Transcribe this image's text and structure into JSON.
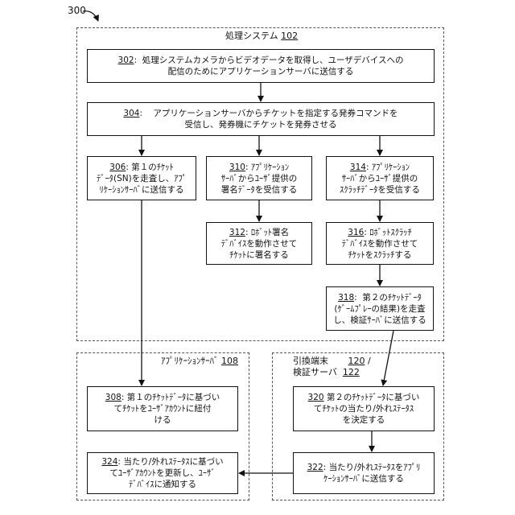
{
  "figure": {
    "number": "300"
  },
  "regions": {
    "processing": {
      "label": "処理システム",
      "ref": "102"
    },
    "appserver": {
      "label": "ｱﾌﾟﾘｹｰｼｮﾝｻｰﾊﾞ",
      "ref": "108"
    },
    "redemption": {
      "label_line1": "引換端末",
      "ref1": "120",
      "ref1_suffix": "/",
      "label_line2": "検証サーバ",
      "ref2": "122"
    }
  },
  "steps": {
    "s302": {
      "num": "302",
      "sep": ":",
      "line1": "処理システムカメラからビデオデータを取得し、ユーザデバイスへの",
      "line2": "配信のためにアプリケーションサーバに送信する"
    },
    "s304": {
      "num": "304",
      "sep": ":",
      "line1": "アプリケーションサーバからチケットを指定する発券コマンドを",
      "line2": "受信し、発券機にチケットを発券させる"
    },
    "s306": {
      "num": "306",
      "sep": ":",
      "line1": "第１のﾁｹｯﾄ",
      "line2": "ﾃﾞｰﾀ(SN)を走査し、ｱﾌﾟ",
      "line3": "ﾘｹｰｼｮﾝｻｰﾊﾞに送信する"
    },
    "s310": {
      "num": "310",
      "sep": ":",
      "line1": "ｱﾌﾟﾘｹｰｼｮﾝ",
      "line2": "ｻｰﾊﾞからﾕｰｻﾞ提供の",
      "line3": "署名ﾃﾞｰﾀを受信する"
    },
    "s314": {
      "num": "314",
      "sep": ":",
      "line1": "ｱﾌﾟﾘｹｰｼｮﾝ",
      "line2": "ｻｰﾊﾞからﾕｰｻﾞ提供の",
      "line3": "ｽｸﾗｯﾁﾃﾞｰﾀを受信する"
    },
    "s312": {
      "num": "312",
      "sep": ":",
      "line1": "ﾛﾎﾞｯﾄ署名",
      "line2": "ﾃﾞﾊﾞｲｽを動作させて",
      "line3": "ﾁｹｯﾄに署名する"
    },
    "s316": {
      "num": "316",
      "sep": ":",
      "line1": "ﾛﾎﾞｯﾄｽｸﾗｯﾁ",
      "line2": "ﾃﾞﾊﾞｲｽを動作させて",
      "line3": "ﾁｹｯﾄをｽｸﾗｯﾁする"
    },
    "s318": {
      "num": "318",
      "sep": ":",
      "line1": "第２のﾁｹｯﾄﾃﾞｰﾀ",
      "line2": "(ｹﾞｰﾑﾌﾟﾚｰの結果)を走査",
      "line3": "し、検証ｻｰﾊﾞに送信する"
    },
    "s308": {
      "num": "308",
      "sep": ":",
      "line1": "第１のﾁｹｯﾄﾃﾞｰﾀに基づい",
      "line2": "てﾁｹｯﾄをﾕｰｻﾞｱｶｳﾝﾄに紐付",
      "line3": "ける"
    },
    "s320": {
      "num": "320",
      "sep": "",
      "line1": "第２のﾁｹｯﾄﾃﾞｰﾀに基づい",
      "line2": "てﾁｹｯﾄの当たり/外れｽﾃｰﾀｽ",
      "line3": "を決定する"
    },
    "s324": {
      "num": "324",
      "sep": ":",
      "line1": "当たり/外れｽﾃｰﾀｽに基づい",
      "line2": "てﾕｰｻﾞｱｶｳﾝﾄを更新し、ﾕｰｻﾞ",
      "line3": "ﾃﾞﾊﾞｲｽに通知する"
    },
    "s322": {
      "num": "322",
      "sep": ":",
      "line1": "当たり/外れｽﾃｰﾀｽをｱﾌﾟﾘ",
      "line2": "ｹｰｼｮﾝｻｰﾊﾞに送信する"
    }
  },
  "colors": {
    "line": "#111111",
    "dashed": "#555555"
  }
}
